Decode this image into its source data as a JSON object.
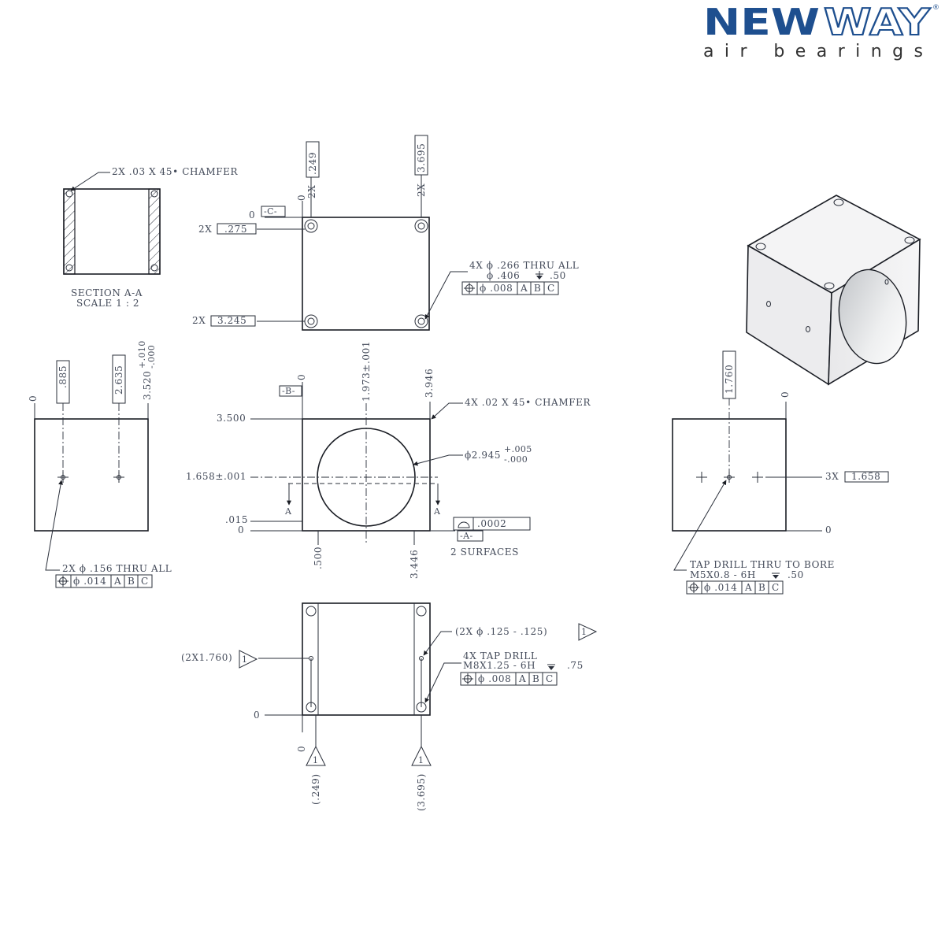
{
  "logo": {
    "brand_a": "NEW",
    "brand_b": "WAY",
    "reg": "®",
    "tagline": "air bearings"
  },
  "section_view": {
    "chamfer_note": "2X .03 X 45• CHAMFER",
    "title": "SECTION A-A",
    "scale": "SCALE 1 : 2"
  },
  "top_view": {
    "dim_249": ".249",
    "dim_3695": "3.695",
    "x_2x_a": "2X",
    "x_2x_b": "2X",
    "zero_a": "0",
    "zero_c": "0",
    "datum_c": "-C-",
    "y_prefix_a": "2X",
    "dim_275": ".275",
    "y_prefix_b": "2X",
    "dim_3245": "3.245",
    "hole_note_1": "4X  ϕ  .266  THRU  ALL",
    "hole_note_2": "ϕ  .406",
    "hole_note_depth": ".50",
    "fcf": {
      "tol": "ϕ .008",
      "a": "A",
      "b": "B",
      "c": "C"
    }
  },
  "left_view": {
    "zero": "0",
    "dim_885": ".885",
    "dim_2635": "2.635",
    "dim_3520": "3.520",
    "tol_plus": "+.010",
    "tol_minus": "-.000",
    "hole_note": "2X  ϕ  .156  THRU  ALL",
    "fcf": {
      "tol": "ϕ .014",
      "a": "A",
      "b": "B",
      "c": "C"
    }
  },
  "front_view": {
    "datum_b": "-B-",
    "zero_top": "0",
    "dim_1973": "1.973±.001",
    "dim_3946": "3.946",
    "chamfer_note": "4X  .02  X  45•  CHAMFER",
    "dim_3500": "3.500",
    "bore_dia": "ϕ2.945",
    "bore_plus": "+.005",
    "bore_minus": "-.000",
    "dim_1658": "1.658±.001",
    "section_a_left": "A",
    "section_a_right": "A",
    "dim_015": ".015",
    "zero_left": "0",
    "dim_500": ".500",
    "dim_3446": "3.446",
    "flatness_tol": ".0002",
    "datum_a": "-A-",
    "surfaces": "2  SURFACES"
  },
  "right_view": {
    "dim_1760": "1.760",
    "zero_top": "0",
    "dim_1658_prefix": "3X",
    "dim_1658": "1.658",
    "zero_right": "0",
    "tap_note_1": "TAP  DRILL  THRU  TO  BORE",
    "tap_note_2": "M5X0.8  -  6H",
    "tap_depth": ".50",
    "fcf": {
      "tol": "ϕ .014",
      "a": "A",
      "b": "B",
      "c": "C"
    }
  },
  "bottom_view": {
    "dim_2x1760": "(2X1.760)",
    "flag_1": "1",
    "pin_note": "(2X  ϕ  .125  -  .125)",
    "tap_note_1": "4X  TAP  DRILL",
    "tap_note_2": "M8X1.25  -  6H",
    "tap_depth": ".75",
    "fcf": {
      "tol": "ϕ .008",
      "a": "A",
      "b": "B",
      "c": "C"
    },
    "zero_left": "0",
    "zero_bottom": "0",
    "dim_249": "(.249)",
    "dim_3695": "(3.695)"
  },
  "colors": {
    "brand": "#1e4f8f",
    "line": "#2a2f3a",
    "text": "#444b5a"
  },
  "icons": [
    "hole-icon",
    "datum-flag-icon",
    "position-symbol-icon",
    "flatness-symbol-icon",
    "depth-symbol-icon",
    "section-arrow-icon"
  ]
}
